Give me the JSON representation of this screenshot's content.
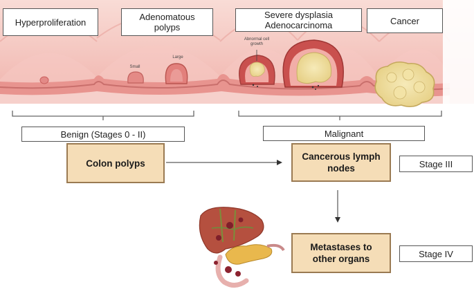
{
  "colon_labels": {
    "hyperproliferation": "Hyperproliferation",
    "adenomatous": "Adenomatous polyps",
    "dysplasia_line1": "Severe dysplasia",
    "dysplasia_line2": "Adenocarcinoma",
    "cancer": "Cancer"
  },
  "polyp_labels": {
    "small": "Small",
    "large": "Large",
    "abnormal": "Abnormal cell growth"
  },
  "groups": {
    "benign": "Benign (Stages 0 - II)",
    "malignant": "Malignant"
  },
  "process": {
    "colon_polyps": "Colon polyps",
    "lymph_nodes": "Cancerous lymph nodes",
    "metastases": "Metastases to other organs"
  },
  "stages": {
    "stage3": "Stage III",
    "stage4": "Stage IV"
  },
  "colors": {
    "tissue": "#f2b9b2",
    "tissue_dark": "#d98a86",
    "tumor_rim": "#c9504e",
    "tumor_core": "#f1df9e",
    "process_box": "#f5ddb7",
    "liver": "#b5503f"
  }
}
